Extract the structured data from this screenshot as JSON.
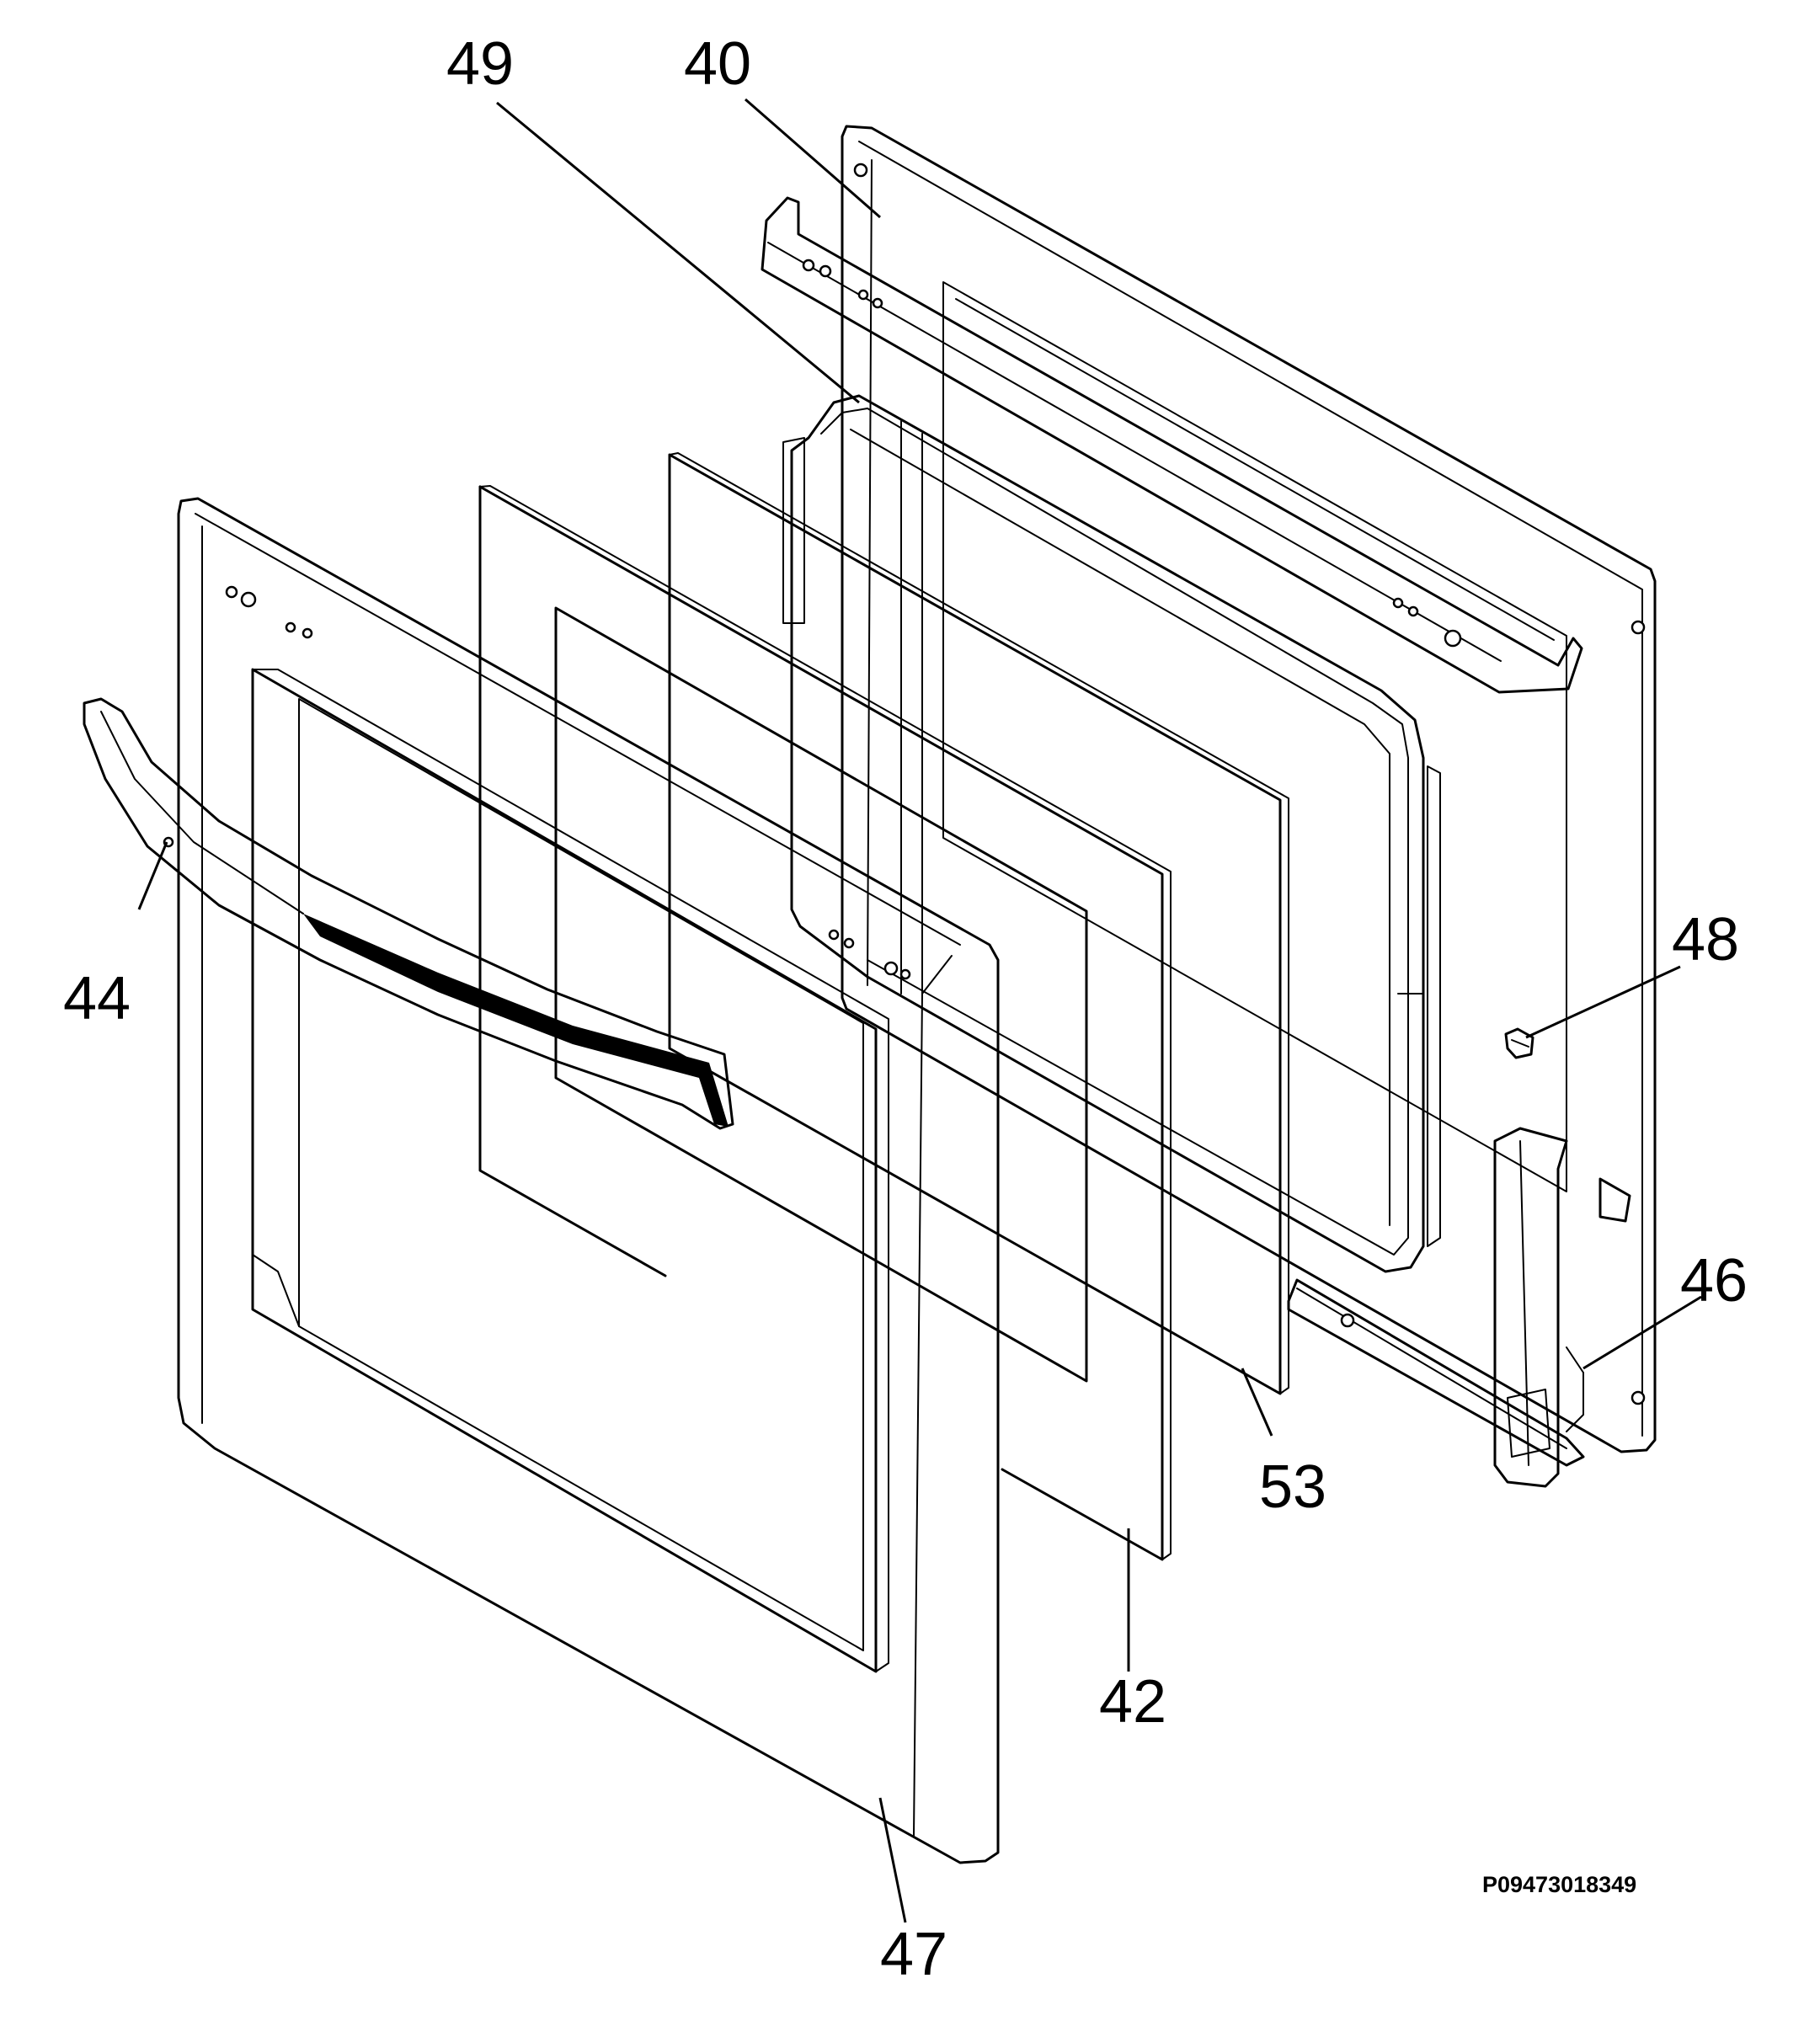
{
  "drawing": {
    "doc_id": "P09473018349",
    "callouts": {
      "c40": "40",
      "c42": "42",
      "c44": "44",
      "c46": "46",
      "c47": "47",
      "c48": "48",
      "c49": "49",
      "c53": "53"
    }
  },
  "colors": {
    "line": "#000000",
    "background": "#ffffff"
  }
}
